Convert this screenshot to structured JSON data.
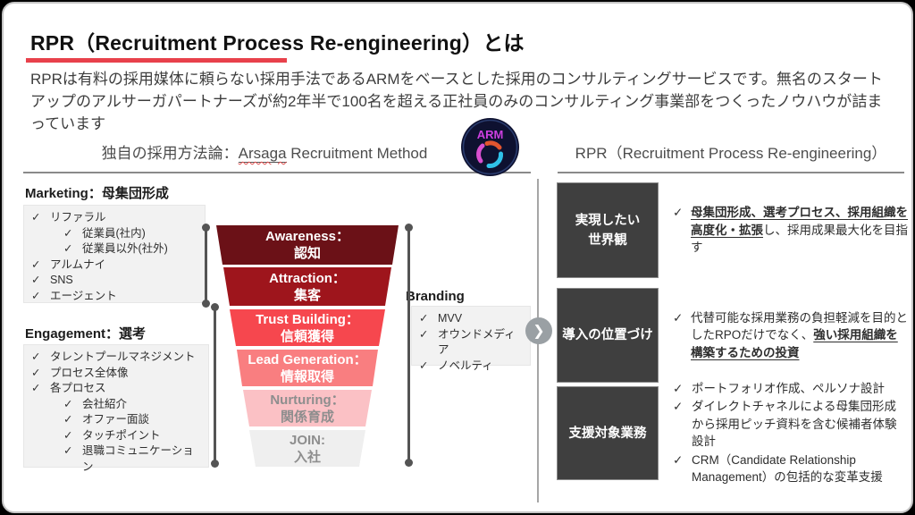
{
  "slide": {
    "title": "RPR（Recruitment Process Re-engineering）とは",
    "description": "RPRは有料の採用媒体に頼らない採用手法であるARMをベースとした採用のコンサルティングサービスです。無名のスタートアップのアルサーガパートナーズが約2年半で100名を超える正社員のみのコンサルティング事業部をつくったノウハウが詰まっています"
  },
  "left_panel": {
    "header": {
      "pre": "独自の採用方法論：",
      "brand": "Arsaga",
      "rest": " Recruitment Method"
    },
    "logo_label": "ARM",
    "marketing": {
      "title": "Marketing：母集団形成",
      "items": [
        "リファラル",
        "従業員(社内)",
        "従業員以外(社外)",
        "アルムナイ",
        "SNS",
        "エージェント"
      ]
    },
    "engagement": {
      "title": "Engagement：選考",
      "items": [
        "タレントプールマネジメント",
        "プロセス全体像",
        "各プロセス",
        "会社紹介",
        "オファー面談",
        "タッチポイント",
        "退職コミュニケーション"
      ]
    },
    "branding": {
      "title": "Branding",
      "items": [
        "MVV",
        "オウンドメディア",
        "ノベルティ"
      ]
    },
    "funnel": [
      {
        "en": "Awareness：",
        "ja": "認知",
        "color": "#6b1117"
      },
      {
        "en": "Attraction：",
        "ja": "集客",
        "color": "#9e151c"
      },
      {
        "en": "Trust Building：",
        "ja": "信頼獲得",
        "color": "#f6474e"
      },
      {
        "en": "Lead Generation：",
        "ja": "情報取得",
        "color": "#f97e80"
      },
      {
        "en": "Nurturing：",
        "ja": "関係育成",
        "color": "#fbc1c5"
      },
      {
        "en": "JOIN:",
        "ja": "入社",
        "color": "#efefef"
      }
    ]
  },
  "right_panel": {
    "header": "RPR（Recruitment Process Re-engineering）",
    "rows": [
      {
        "label": "実現したい\n世界観",
        "em": "母集団形成、選考プロセス、採用組織を高度化・拡張",
        "rest": "し、採用成果最大化を目指す"
      },
      {
        "label": "導入の位置づけ",
        "pre": "代替可能な採用業務の負担軽減を目的としたRPOだけでなく、",
        "em": "強い採用組織を構築するための投資"
      },
      {
        "label": "支援対象業務",
        "bullets": [
          "ポートフォリオ作成、ペルソナ設計",
          "ダイレクトチャネルによる母集団形成から採用ピッチ資料を含む候補者体験設計",
          "CRM（Candidate Relationship Management）の包括的な変革支援"
        ]
      }
    ]
  },
  "icons": {
    "check": "✓",
    "chevron": "❯"
  },
  "colors": {
    "accent_red": "#e8414b",
    "dark_box": "#3f3f3f",
    "panel_gray": "#f2f2f2",
    "divider_gray": "#a6a6a6",
    "bracket_gray": "#545454"
  }
}
